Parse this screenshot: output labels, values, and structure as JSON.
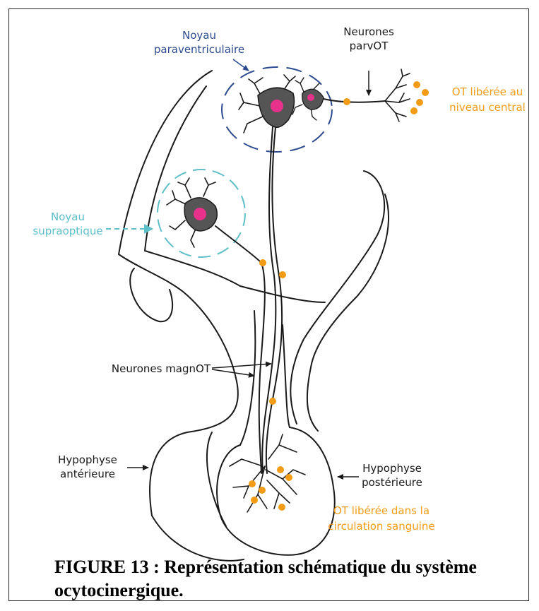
{
  "colors": {
    "paraventricular": "#2b4a8f",
    "supraoptic": "#5fbfc9",
    "oxytocin": "#f29c16",
    "nucleus": "#e8318a",
    "soma": "#555555",
    "line": "#1a1a1a"
  },
  "labels": {
    "paraventricular_l1": "Noyau",
    "paraventricular_l2": "paraventriculaire",
    "parvot_l1": "Neurones",
    "parvot_l2": "parvOT",
    "central_l1": "OT libérée au",
    "central_l2": "niveau central",
    "supraoptic_l1": "Noyau",
    "supraoptic_l2": "supraoptique",
    "magnot": "Neurones magnOT",
    "anterior_l1": "Hypophyse",
    "anterior_l2": "antérieure",
    "posterior_l1": "Hypophyse",
    "posterior_l2": "postérieure",
    "blood_l1": "OT libérée dans la",
    "blood_l2": "circulation sanguine"
  },
  "caption": {
    "line1": "FIGURE 13 : Représentation schématique du système",
    "line2": "ocytocinergique."
  }
}
